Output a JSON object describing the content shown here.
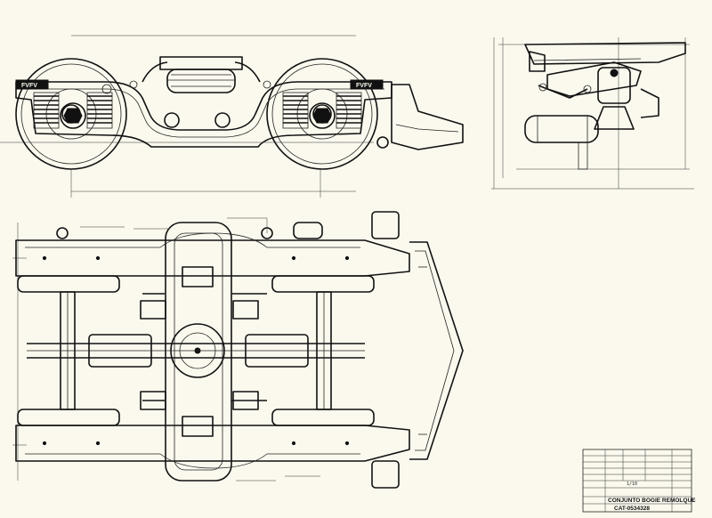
{
  "plate_left": "FVFV",
  "plate_right": "FVFV",
  "title_block": {
    "designation": "CONJUNTO BOGIE REMOLQUE",
    "drawing_number": "CAT-0534328",
    "scale": "1/10"
  }
}
